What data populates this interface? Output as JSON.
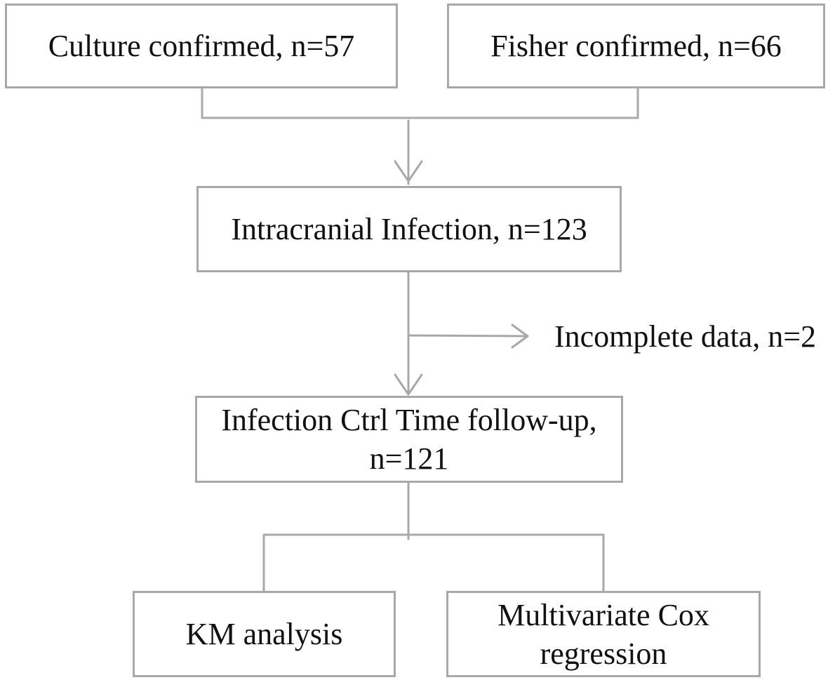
{
  "flowchart": {
    "nodes": {
      "culture_confirmed": "Culture confirmed, n=57",
      "fisher_confirmed": "Fisher confirmed, n=66",
      "intracranial_infection": "Intracranial Infection, n=123",
      "incomplete_data": "Incomplete data, n=2",
      "followup_line1": "Infection Ctrl Time follow-up,",
      "followup_line2": "n=121",
      "km_analysis": "KM analysis",
      "cox_line1": "Multivariate Cox",
      "cox_line2": "regression"
    },
    "colors": {
      "border": "#a8a8a8",
      "connector": "#a8a8a8",
      "text": "#111111"
    }
  }
}
